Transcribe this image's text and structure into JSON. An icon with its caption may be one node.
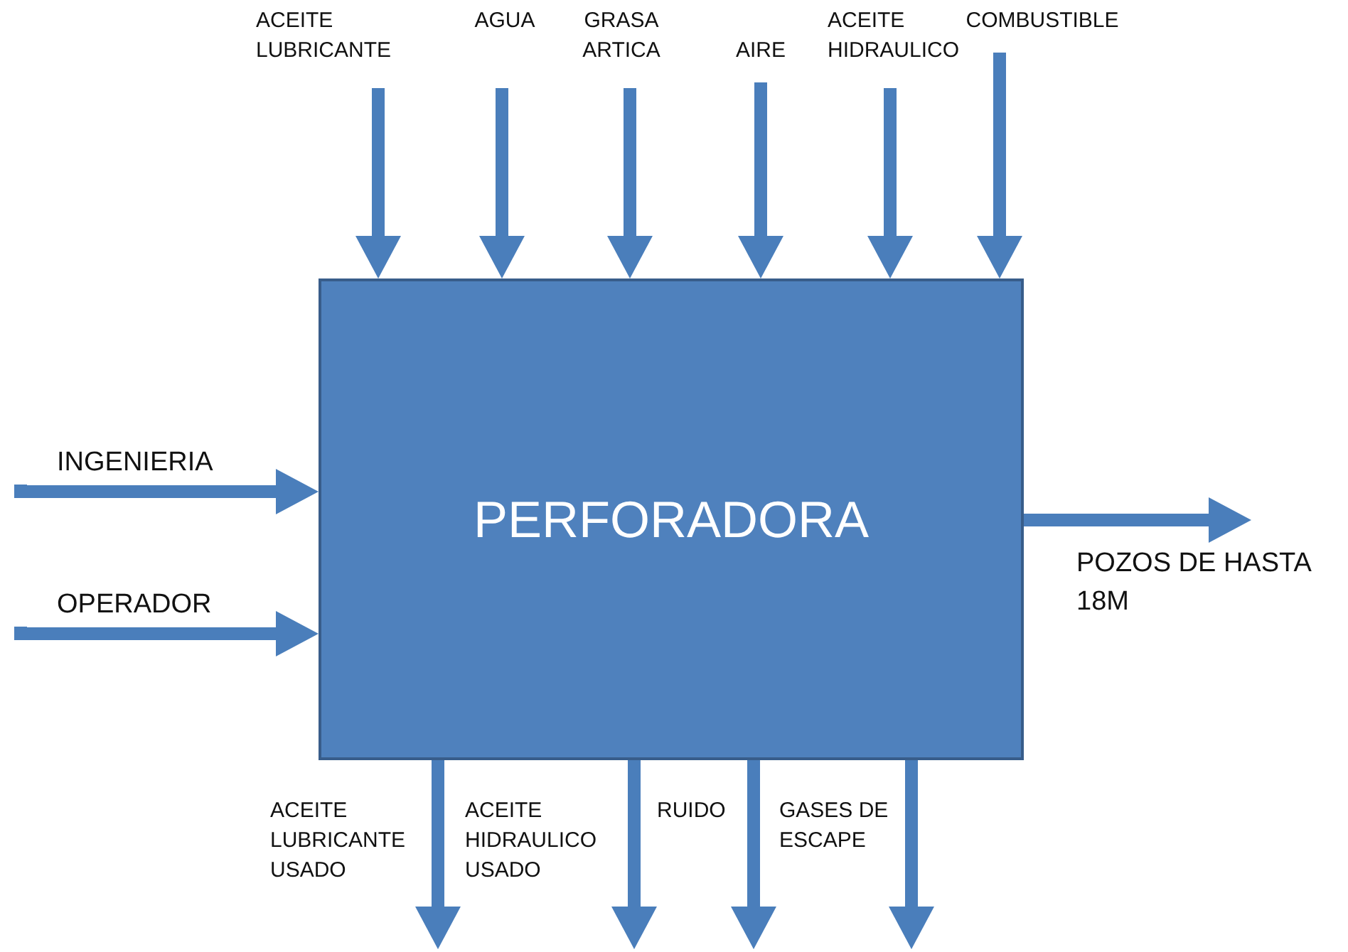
{
  "diagram": {
    "nodes": [
      {
        "text": [
          "PERFORADORA"
        ]
      },
      {
        "text": [
          "ACEITE LUBRICANTE"
        ]
      },
      {
        "text": [
          "AGUA"
        ]
      },
      {
        "text": [
          "GRASA ARTICA"
        ]
      },
      {
        "text": [
          "AIRE"
        ]
      },
      {
        "text": [
          "ACEITE HIDRAULICO"
        ]
      },
      {
        "text": [
          "COMBUSTIBLE"
        ]
      },
      {
        "text": [
          "INGENIERIA"
        ]
      },
      {
        "text": [
          "OPERADOR"
        ]
      }
    ],
    "edges": [
      {
        "from": 1,
        "to": 0,
        "arrow": "to"
      },
      {
        "from": 2,
        "to": 0,
        "arrow": "to"
      },
      {
        "from": 3,
        "to": 0,
        "arrow": "to"
      },
      {
        "from": 4,
        "to": 0,
        "arrow": "to"
      },
      {
        "from": 5,
        "to": 0,
        "arrow": "to"
      },
      {
        "from": 6,
        "to": 0,
        "arrow": "to"
      },
      {
        "from": 7,
        "to": 0,
        "arrow": "to"
      },
      {
        "from": 8,
        "to": 0,
        "arrow": "to"
      },
      {
        "from": 0,
        "to": null,
        "arrow": "to"
      },
      {
        "from": 0,
        "to": null,
        "arrow": "to"
      },
      {
        "from": 0,
        "to": null,
        "arrow": "to"
      },
      {
        "from": 0,
        "to": null,
        "arrow": "to"
      },
      {
        "from": 0,
        "to": null,
        "arrow": "to"
      }
    ],
    "labels": [
      "POZOS DE HASTA 18M",
      "ACEITE LUBRICANTE USADO",
      "ACEITE HIDRAULICO USADO",
      "RUIDO",
      "GASES DE ESCAPE"
    ]
  }
}
